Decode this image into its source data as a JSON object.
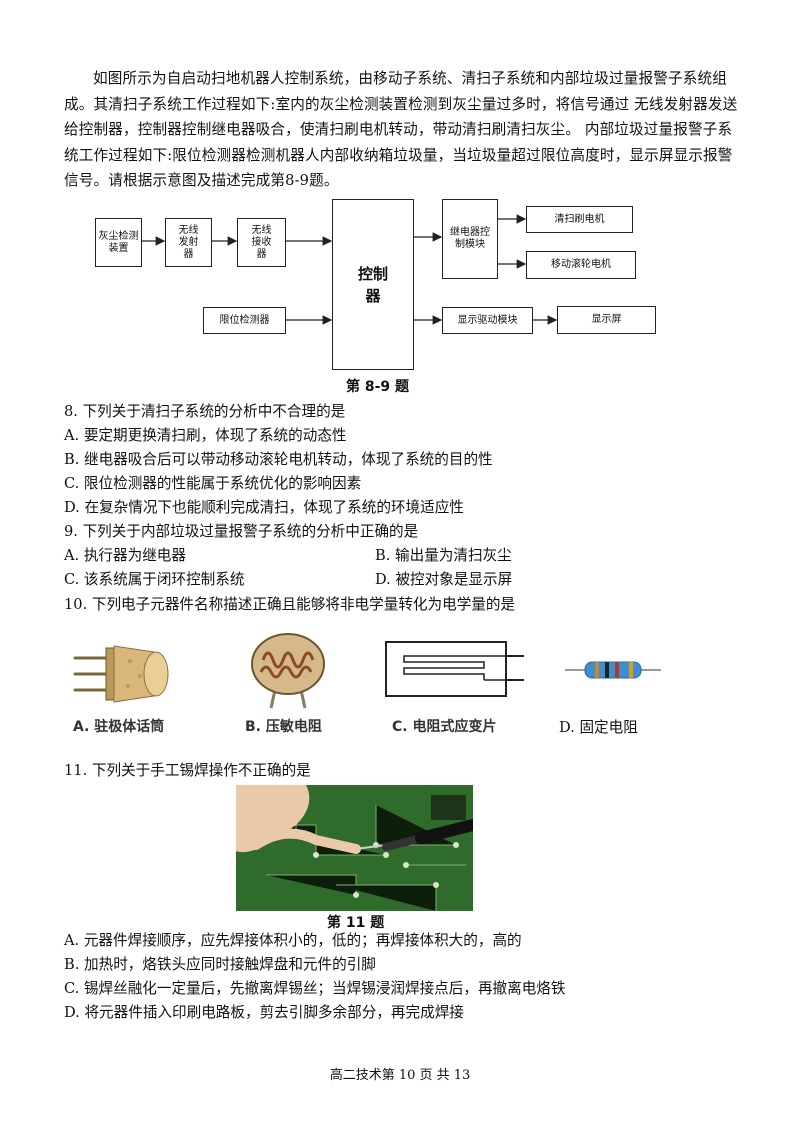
{
  "intro": "如图所示为自启动扫地机器人控制系统，由移动子系统、清扫子系统和内部垃圾过量报警子系统组成。其清扫子系统工作过程如下:室内的灰尘检测装置检测到灰尘量过多时，将信号通过 无线发射器发送给控制器，控制器控制继电器吸合，使清扫刷电机转动，带动清扫刷清扫灰尘。 内部垃圾过量报警子系统工作过程如下:限位检测器检测机器人内部收纳箱垃圾量，当垃圾量超过限位高度时，显示屏显示报警信号。请根据示意图及描述完成第8-9题。",
  "diagram": {
    "dust": "灰尘检测装置",
    "transmitter": "无线发射器",
    "receiver": "无线接收器",
    "controller": "控制器",
    "relay": "继电器控制模块",
    "brush_motor": "清扫刷电机",
    "wheel_motor": "移动滚轮电机",
    "limit": "限位检测器",
    "display_driver": "显示驱动模块",
    "screen": "显示屏",
    "caption": "第 8-9 题"
  },
  "q8": {
    "stem": "8. 下列关于清扫子系统的分析中不合理的是",
    "a": "A. 要定期更换清扫刷，体现了系统的动态性",
    "b": "B. 继电器吸合后可以带动移动滚轮电机转动，体现了系统的目的性",
    "c": "C. 限位检测器的性能属于系统优化的影响因素",
    "d": "D. 在复杂情况下也能顺利完成清扫，体现了系统的环境适应性"
  },
  "q9": {
    "stem": "9. 下列关于内部垃圾过量报警子系统的分析中正确的是",
    "a": "A. 执行器为继电器",
    "b": "B. 输出量为清扫灰尘",
    "c": "C. 该系统属于闭环控制系统",
    "d": "D. 被控对象是显示屏"
  },
  "q10": {
    "stem": "10. 下列电子元器件名称描述正确且能够将非电学量转化为电学量的是",
    "a": "A. 驻极体话筒",
    "b": "B. 压敏电阻",
    "c": "C. 电阻式应变片",
    "d": "D. 固定电阻"
  },
  "q11": {
    "stem": "11. 下列关于手工锡焊操作不正确的是",
    "caption": "第 11 题",
    "a": "A. 元器件焊接顺序，应先焊接体积小的，低的；再焊接体积大的，高的",
    "b": "B. 加热时，烙铁头应同时接触焊盘和元件的引脚",
    "c": "C. 锡焊丝融化一定量后，先撤离焊锡丝；当焊锡浸润焊接点后，再撤离电烙铁",
    "d": "D. 将元器件插入印刷电路板，剪去引脚多余部分，再完成焊接"
  },
  "footer": "高二技术第 10 页 共 13"
}
